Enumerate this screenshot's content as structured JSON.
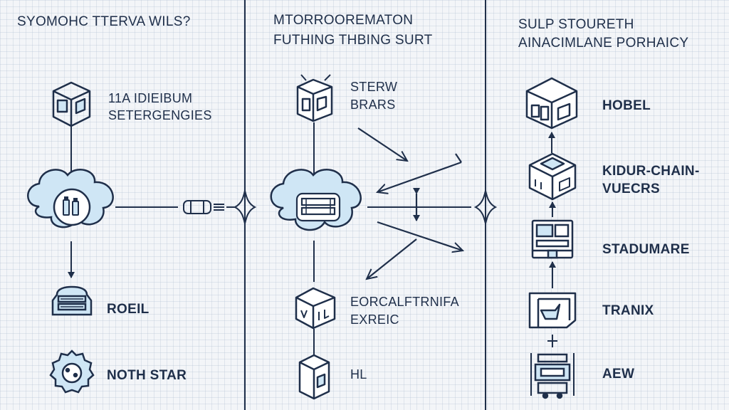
{
  "columns": [
    {
      "title": "SYOMOHC TTERVA WILS?",
      "labels": {
        "top_line1": "11A IDIEIBUM",
        "top_line2": "SETERGENGIES",
        "mid": "ROEIL",
        "bottom": "NOTH STAR"
      }
    },
    {
      "title_line1": "MTORROOREMATON",
      "title_line2": "FUTHING THBING SURT",
      "labels": {
        "top_line1": "STERW",
        "top_line2": "BRARS",
        "mid_line1": "EORCALFTRNIFA",
        "mid_line2": "EXREIC",
        "bottom": "HL"
      }
    },
    {
      "title_line1": "SULP STOURETH",
      "title_line2": "AINACIMLANE PORHAICY",
      "labels": {
        "item1": "HOBEL",
        "item2_line1": "KIDUR-CHAIN-",
        "item2_line2": "VUECRS",
        "item3": "STADUMARE",
        "item4": "TRANIX",
        "item5": "AEW"
      }
    }
  ],
  "colors": {
    "ink": "#1f2f4a",
    "cloud_fill": "#cfe6f5",
    "grid": "#c8d2e0",
    "background": "#f3f5f8"
  },
  "icons": [
    "cube-icon",
    "cloud-icon",
    "battery-icon",
    "server-icon",
    "gear-icon",
    "connector-icon",
    "crossing-icon",
    "box-icon",
    "arrow-icon"
  ]
}
